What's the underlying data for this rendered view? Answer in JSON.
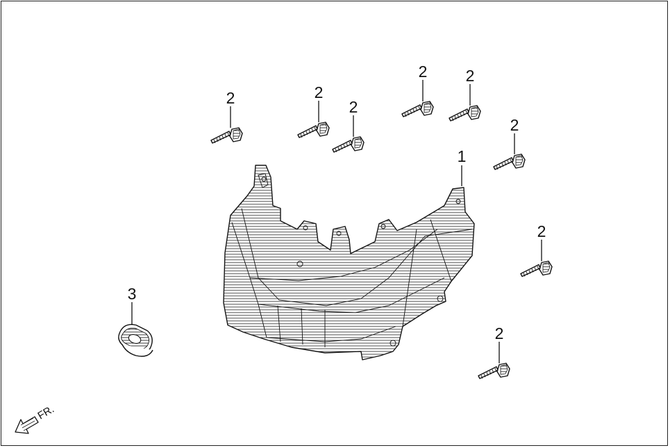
{
  "diagram": {
    "callouts": [
      {
        "id": "headlight",
        "label": "1"
      },
      {
        "id": "screw-a",
        "label": "2"
      },
      {
        "id": "screw-b",
        "label": "2"
      },
      {
        "id": "screw-c",
        "label": "2"
      },
      {
        "id": "screw-d",
        "label": "2"
      },
      {
        "id": "screw-e",
        "label": "2"
      },
      {
        "id": "screw-f",
        "label": "2"
      },
      {
        "id": "screw-g",
        "label": "2"
      },
      {
        "id": "screw-h",
        "label": "2"
      },
      {
        "id": "grommet",
        "label": "3"
      }
    ],
    "direction_label": "FR."
  }
}
